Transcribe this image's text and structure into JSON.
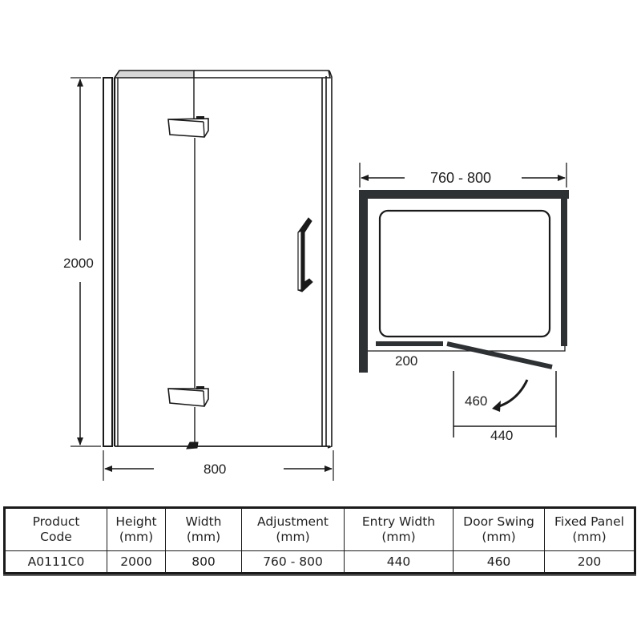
{
  "front_view": {
    "height_label": "2000",
    "width_label": "800"
  },
  "plan_view": {
    "adjustment_label": "760 - 800",
    "fixed_panel_label": "200",
    "door_swing_label": "460",
    "entry_width_label": "440"
  },
  "spec_table": {
    "headers": [
      {
        "line1": "Product",
        "line2": "Code"
      },
      {
        "line1": "Height",
        "line2": "(mm)"
      },
      {
        "line1": "Width",
        "line2": "(mm)"
      },
      {
        "line1": "Adjustment",
        "line2": "(mm)"
      },
      {
        "line1": "Entry Width",
        "line2": "(mm)"
      },
      {
        "line1": "Door Swing",
        "line2": "(mm)"
      },
      {
        "line1": "Fixed Panel",
        "line2": "(mm)"
      }
    ],
    "rows": [
      [
        "A0111C0",
        "2000",
        "800",
        "760 - 800",
        "440",
        "460",
        "200"
      ]
    ]
  },
  "colors": {
    "line": "#1a1a1a",
    "profile": "#2e3134"
  }
}
